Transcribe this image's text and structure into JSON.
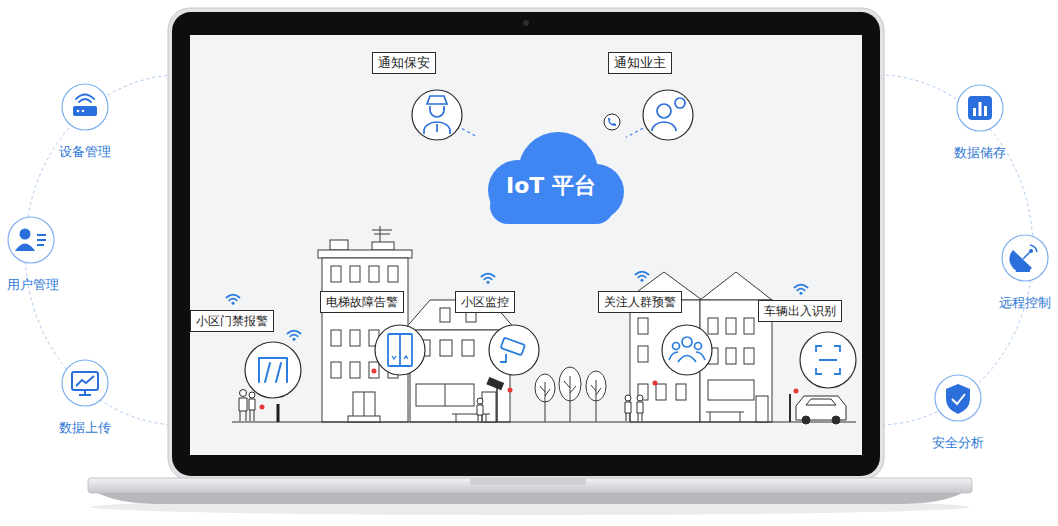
{
  "diagram": {
    "nodes": [
      {
        "text": [
          "设备管理"
        ]
      },
      {
        "text": [
          "用户管理"
        ]
      },
      {
        "text": [
          "数据上传"
        ]
      },
      {
        "text": [
          "通知保安"
        ]
      },
      {
        "text": [
          "通知业主"
        ]
      },
      {
        "text": [
          "IoT 平台"
        ]
      },
      {
        "text": [
          "小区门禁报警"
        ]
      },
      {
        "text": [
          "电梯故障告警"
        ]
      },
      {
        "text": [
          "小区监控"
        ]
      },
      {
        "text": [
          "关注人群预警"
        ]
      },
      {
        "text": [
          "车辆出入识别"
        ]
      },
      {
        "text": [
          "数据储存"
        ]
      },
      {
        "text": [
          "远程控制"
        ]
      },
      {
        "text": [
          "安全分析"
        ]
      }
    ],
    "edges": [
      {
        "from": 3,
        "to": 5,
        "arrow": "none"
      },
      {
        "from": 4,
        "to": 5,
        "arrow": "none"
      }
    ]
  }
}
